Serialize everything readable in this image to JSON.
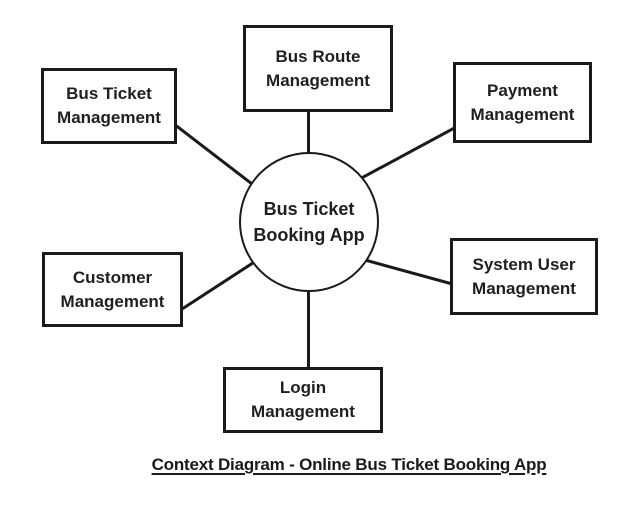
{
  "diagram": {
    "center": {
      "label": "Bus Ticket\nBooking App"
    },
    "nodes": [
      {
        "id": "bus-ticket-management",
        "label": "Bus Ticket\nManagement"
      },
      {
        "id": "bus-route-management",
        "label": "Bus Route\nManagement"
      },
      {
        "id": "payment-management",
        "label": "Payment\nManagement"
      },
      {
        "id": "customer-management",
        "label": "Customer\nManagement"
      },
      {
        "id": "system-user-management",
        "label": "System User\nManagement"
      },
      {
        "id": "login-management",
        "label": "Login\nManagement"
      }
    ],
    "caption": "Context Diagram - Online Bus Ticket Booking App",
    "colors": {
      "stroke": "#1a1a1a",
      "text": "#1f1f1f",
      "background": "#ffffff"
    }
  }
}
